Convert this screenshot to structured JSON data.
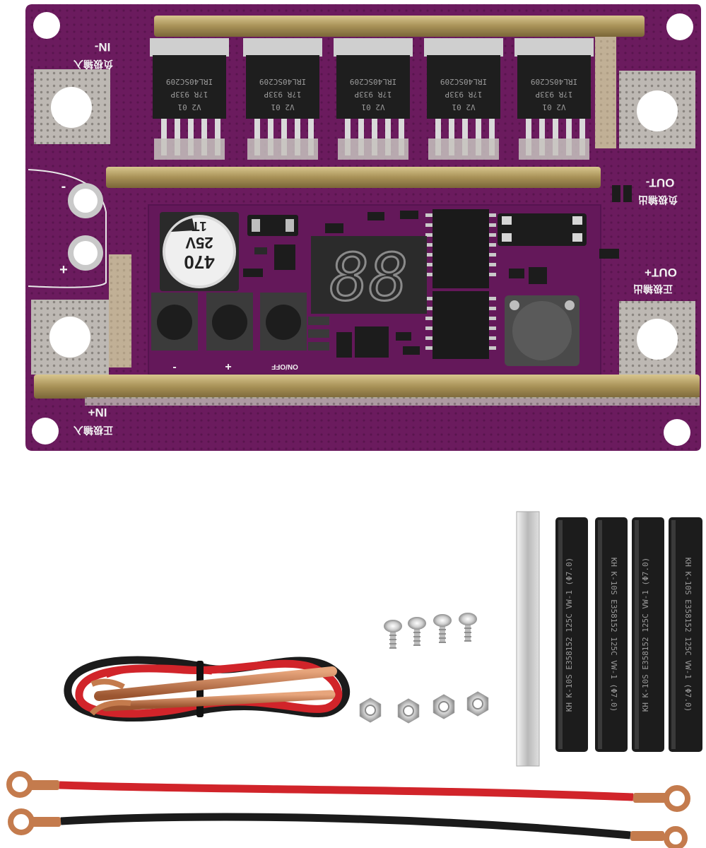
{
  "board": {
    "label_in_minus": "IN-",
    "label_in_minus_cn": "负极输入",
    "label_in_plus": "IN+",
    "label_in_plus_cn": "正极输入",
    "label_out_minus": "OUT-",
    "label_out_minus_cn": "负极输出",
    "label_out_plus": "OUT+",
    "label_out_plus_cn": "正极输出",
    "label_btn_minus": "-",
    "label_btn_plus": "+",
    "label_btn_onoff": "ON/OFF",
    "mosfet_lines": [
      "IRL40SC209",
      "1?R  933P",
      "V2    01"
    ],
    "capacitor_lines": [
      "470",
      "25V",
      "1T"
    ],
    "display_text": "88"
  },
  "accessories": {
    "heat_shrink_texts": [
      "KH  K-10S  E358152  125C  VW-1  (Φ7.0)",
      "KH  K-10S  E358152  125C  VW-1  (Φ7.0)",
      "KH  K-10S  E358152  125C  VW-1  (Φ7.0)",
      "KH  K-10S  E358152  125C  VW-1  (Φ7.0)"
    ]
  },
  "colors": {
    "pcb": "#6b1b5e",
    "pcb_dark": "#4e1244",
    "copper_bar": "#b9a56a",
    "pad": "#b9b6b2",
    "red_wire": "#d1242a",
    "black_wire": "#1b1b1b",
    "copper": "#c47b4d"
  }
}
